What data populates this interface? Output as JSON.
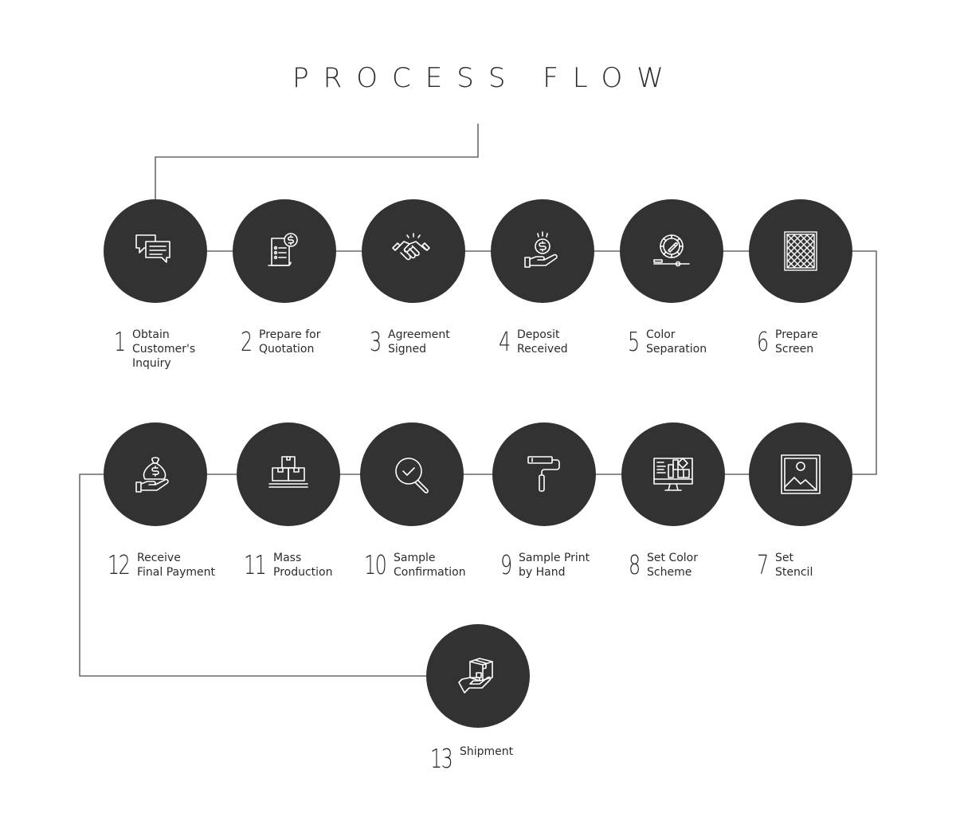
{
  "title": "PROCESS FLOW",
  "colors": {
    "circle": "#323232",
    "line": "#4a4a4a",
    "text": "#2b2b2b",
    "icon": "#ffffff"
  },
  "steps": [
    {
      "number": "1",
      "lines": [
        "Obtain",
        "Customer's",
        "Inquiry"
      ],
      "icon": "chat-bubbles-icon"
    },
    {
      "number": "2",
      "lines": [
        "Prepare for",
        "Quotation"
      ],
      "icon": "invoice-dollar-icon"
    },
    {
      "number": "3",
      "lines": [
        "Agreement",
        "Signed"
      ],
      "icon": "handshake-icon"
    },
    {
      "number": "4",
      "lines": [
        "Deposit",
        "Received"
      ],
      "icon": "hand-coin-icon"
    },
    {
      "number": "5",
      "lines": [
        "Color",
        "Separation"
      ],
      "icon": "color-wheel-icon"
    },
    {
      "number": "6",
      "lines": [
        "Prepare",
        "Screen"
      ],
      "icon": "mesh-screen-icon"
    },
    {
      "number": "7",
      "lines": [
        "Set",
        "Stencil"
      ],
      "icon": "image-frame-icon"
    },
    {
      "number": "8",
      "lines": [
        "Set Color",
        "Scheme"
      ],
      "icon": "monitor-palette-icon"
    },
    {
      "number": "9",
      "lines": [
        "Sample Print",
        "by Hand"
      ],
      "icon": "paint-roller-icon"
    },
    {
      "number": "10",
      "lines": [
        "Sample",
        "Confirmation"
      ],
      "icon": "magnifier-check-icon"
    },
    {
      "number": "11",
      "lines": [
        "Mass",
        "Production"
      ],
      "icon": "boxes-icon"
    },
    {
      "number": "12",
      "lines": [
        "Receive",
        "Final Payment"
      ],
      "icon": "money-bag-hand-icon"
    },
    {
      "number": "13",
      "lines": [
        "Shipment"
      ],
      "icon": "package-hand-icon"
    }
  ]
}
